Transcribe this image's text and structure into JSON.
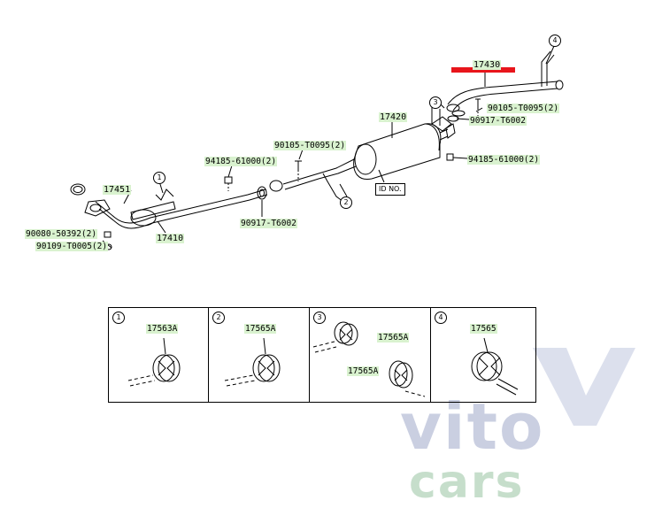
{
  "parts": {
    "p17430": "17430",
    "p17420": "17420",
    "p17451": "17451",
    "p17410": "17410",
    "b90105_a": "90105-T0095(2)",
    "b90105_b": "90105-T0095(2)",
    "g90917_a": "90917-T6002",
    "g90917_b": "90917-T6002",
    "n94185_a": "94185-61000(2)",
    "n94185_b": "94185-61000(2)",
    "s90080": "90080-50392(2)",
    "s90109": "90109-T0005(2)",
    "id_no": "ID NO."
  },
  "callouts": {
    "c1": "1",
    "c2": "2",
    "c3": "3",
    "c4": "4"
  },
  "legend": {
    "cells": [
      {
        "num": "1",
        "part": "17563A"
      },
      {
        "num": "2",
        "part": "17565A"
      },
      {
        "num": "3",
        "part": "17565A",
        "part2": "17565A"
      },
      {
        "num": "4",
        "part": "17565"
      }
    ]
  },
  "watermark": {
    "line1": "vito",
    "line2": "cars"
  },
  "colors": {
    "highlight": "#e8151b",
    "part_label_bg": "#d9f2cf",
    "watermark_blue": "#b9bfd8",
    "watermark_green": "#b8d6bf"
  }
}
